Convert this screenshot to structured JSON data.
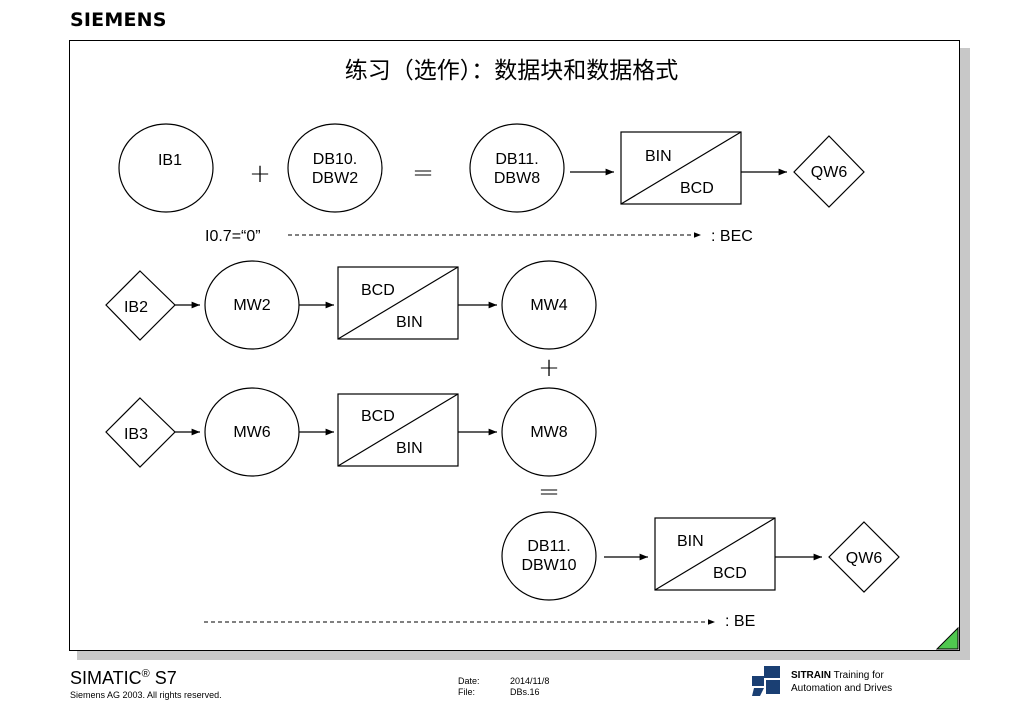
{
  "header": {
    "brand": "SIEMENS"
  },
  "slide": {
    "title": "练习（选作）：数据块和数据格式"
  },
  "diagram": {
    "row1": {
      "ib1": "IB1",
      "plus": "+",
      "db10_line1": "DB10.",
      "db10_line2": "DBW2",
      "equals": "=",
      "db11_line1": "DB11.",
      "db11_line2": "DBW8",
      "conv_top": "BIN",
      "conv_bottom": "BCD",
      "out": "QW6"
    },
    "row2": {
      "condition": "I0.7=“0”",
      "target": ": BEC"
    },
    "row3": {
      "input": "IB2",
      "mem_in": "MW2",
      "conv_top": "BCD",
      "conv_bottom": "BIN",
      "mem_out": "MW4"
    },
    "plus2": "+",
    "row4": {
      "input": "IB3",
      "mem_in": "MW6",
      "conv_top": "BCD",
      "conv_bottom": "BIN",
      "mem_out": "MW8"
    },
    "equals2": "=",
    "row5": {
      "db_line1": "DB11.",
      "db_line2": "DBW10",
      "conv_top": "BIN",
      "conv_bottom": "BCD",
      "out": "QW6"
    },
    "row6": {
      "target": ": BE"
    }
  },
  "footer": {
    "product": "SIMATIC",
    "registered": "®",
    "product_suffix": " S7",
    "copyright": "Siemens AG 2003. All rights reserved.",
    "date_label": "Date:",
    "date_value": "2014/11/8",
    "file_label": "File:",
    "file_value": "DBs.16",
    "sitrain_name": "SITRAIN",
    "sitrain_line1_rest": " Training for",
    "sitrain_line2": "Automation and Drives"
  },
  "colors": {
    "corner_fold": "#4fc84f",
    "shadow": "#c8c8c8"
  }
}
